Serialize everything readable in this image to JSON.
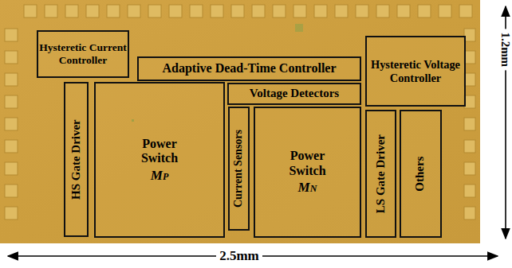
{
  "diagram": {
    "nodes": [
      {
        "text": [
          "Hysteretic Current Controller"
        ]
      },
      {
        "text": [
          "Adaptive Dead-Time Controller"
        ]
      },
      {
        "text": [
          "Hysteretic Voltage Controller"
        ]
      },
      {
        "text": [
          "Voltage Detectors"
        ]
      },
      {
        "text": [
          "HS Gate Driver"
        ]
      },
      {
        "text": [
          "Power Switch",
          "MP"
        ]
      },
      {
        "text": [
          "Current Sensors"
        ]
      },
      {
        "text": [
          "Power Switch",
          "MN"
        ]
      },
      {
        "text": [
          "LS Gate Driver"
        ]
      },
      {
        "text": [
          "Others"
        ]
      }
    ],
    "labels": [
      "2.5mm",
      "1.2mm"
    ]
  }
}
